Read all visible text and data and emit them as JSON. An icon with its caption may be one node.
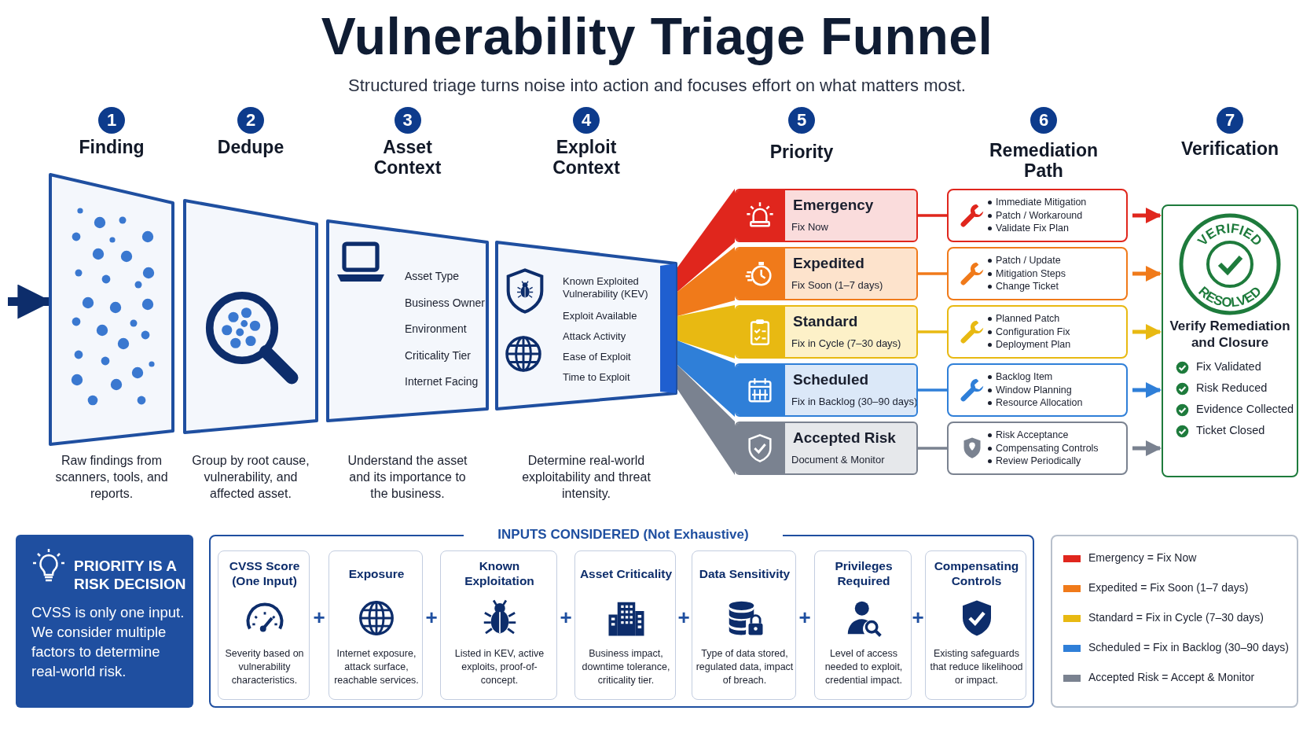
{
  "diagram": {
    "title": "Vulnerability Triage Funnel",
    "nodes": [
      {
        "text": [
          "1",
          "Finding"
        ],
        "beside": [
          "Raw findings from scanners, tools, and reports."
        ]
      },
      {
        "text": [
          "2",
          "Dedupe"
        ],
        "beside": [
          "Group by root cause, vulnerability, and affected asset."
        ]
      },
      {
        "text": [
          "3",
          "Asset Context",
          "Asset Type",
          "Business Owner",
          "Environment",
          "Criticality Tier",
          "Internet Facing"
        ],
        "beside": [
          "Understand the asset and its importance to the business."
        ]
      },
      {
        "text": [
          "4",
          "Exploit Context",
          "Known Exploited Vulnerability (KEV)",
          "Exploit Available",
          "Attack Activity",
          "Ease of Exploit",
          "Time to Exploit"
        ],
        "beside": [
          "Determine real-world exploitability and threat intensity."
        ]
      },
      {
        "text": [
          "Emergency",
          "Fix Now"
        ]
      },
      {
        "text": [
          "Expedited",
          "Fix Soon (1–7 days)"
        ]
      },
      {
        "text": [
          "Standard",
          "Fix in Cycle (7–30 days)"
        ]
      },
      {
        "text": [
          "Scheduled",
          "Fix in Backlog (30–90 days)"
        ]
      },
      {
        "text": [
          "Accepted Risk",
          "Document & Monitor"
        ]
      },
      {
        "text": [
          "Immediate Mitigation",
          "Patch / Workaround",
          "Validate Fix Plan"
        ]
      },
      {
        "text": [
          "Patch / Update",
          "Mitigation Steps",
          "Change Ticket"
        ]
      },
      {
        "text": [
          "Planned Patch",
          "Configuration Fix",
          "Deployment Plan"
        ]
      },
      {
        "text": [
          "Backlog Item",
          "Window Planning",
          "Resource Allocation"
        ]
      },
      {
        "text": [
          "Risk Acceptance",
          "Compensating Controls",
          "Review Periodically"
        ]
      },
      {
        "text": [
          "7",
          "Verification",
          "VERIFIED",
          "RESOLVED",
          "Verify Remediation and Closure",
          "Fix Validated",
          "Risk Reduced",
          "Evidence Collected",
          "Ticket Closed"
        ]
      },
      {
        "text": [
          "PRIORITY IS A RISK DECISION",
          "CVSS is only one input. We consider multiple factors to determine real-world risk."
        ]
      },
      {
        "text": [
          "INPUTS CONSIDERED (Not Exhaustive)"
        ]
      },
      {
        "text": [
          "CVSS Score (One Input)",
          "Severity based on vulnerability characteristics."
        ],
        "in": 16
      },
      {
        "text": [
          "Exposure",
          "Internet exposure, attack surface, reachable services."
        ],
        "in": 16
      },
      {
        "text": [
          "Known Exploitation",
          "Listed in KEV, active exploits, proof-of-concept."
        ],
        "in": 16
      },
      {
        "text": [
          "Asset Criticality",
          "Business impact, downtime tolerance, criticality tier."
        ],
        "in": 16
      },
      {
        "text": [
          "Data Sensitivity",
          "Type of data stored, regulated data, impact of breach."
        ],
        "in": 16
      },
      {
        "text": [
          "Privileges Required",
          "Level of access needed to exploit, credential impact."
        ],
        "in": 16
      },
      {
        "text": [
          "Compensating Controls",
          "Existing safeguards that reduce likelihood or impact."
        ],
        "in": 16
      }
    ],
    "edges": [
      {
        "from": null,
        "to": 0,
        "arrow": "to",
        "style": "thick",
        "color": "#0d2d6b"
      },
      {
        "from": 3,
        "to": 4,
        "arrow": "none",
        "color": "#e0261d"
      },
      {
        "from": 3,
        "to": 5,
        "arrow": "none",
        "color": "#f07a1a"
      },
      {
        "from": 3,
        "to": 6,
        "arrow": "none",
        "color": "#e8b912"
      },
      {
        "from": 3,
        "to": 7,
        "arrow": "none",
        "color": "#2f7fd8"
      },
      {
        "from": 3,
        "to": 8,
        "arrow": "none",
        "color": "#7a8290"
      },
      {
        "from": 4,
        "to": 9,
        "arrow": "none",
        "color": "#e0261d"
      },
      {
        "from": 5,
        "to": 10,
        "arrow": "none",
        "color": "#f07a1a"
      },
      {
        "from": 6,
        "to": 11,
        "arrow": "none",
        "color": "#e8b912"
      },
      {
        "from": 7,
        "to": 12,
        "arrow": "none",
        "color": "#2f7fd8"
      },
      {
        "from": 8,
        "to": 13,
        "arrow": "none",
        "color": "#7a8290"
      },
      {
        "from": 9,
        "to": 14,
        "arrow": "to",
        "color": "#e0261d"
      },
      {
        "from": 10,
        "to": 14,
        "arrow": "to",
        "color": "#f07a1a"
      },
      {
        "from": 11,
        "to": 14,
        "arrow": "to",
        "color": "#e8b912"
      },
      {
        "from": 12,
        "to": 14,
        "arrow": "to",
        "color": "#2f7fd8"
      },
      {
        "from": 13,
        "to": 14,
        "arrow": "to",
        "color": "#7a8290"
      }
    ],
    "labels": [
      "Structured triage turns noise into action and focuses effort on what matters most.",
      "5",
      "Priority",
      "6",
      "Remediation Path",
      "+",
      "+",
      "+",
      "+",
      "+",
      "+"
    ],
    "legend": [
      {
        "text": "Emergency = Fix Now",
        "color": "#e0261d"
      },
      {
        "text": "Expedited = Fix Soon (1–7 days)",
        "color": "#f07a1a"
      },
      {
        "text": "Standard = Fix in Cycle (7–30 days)",
        "color": "#e8b912"
      },
      {
        "text": "Scheduled = Fix in Backlog (30–90 days)",
        "color": "#2f7fd8"
      },
      {
        "text": "Accepted Risk = Accept & Monitor",
        "color": "#7a8290"
      }
    ]
  }
}
